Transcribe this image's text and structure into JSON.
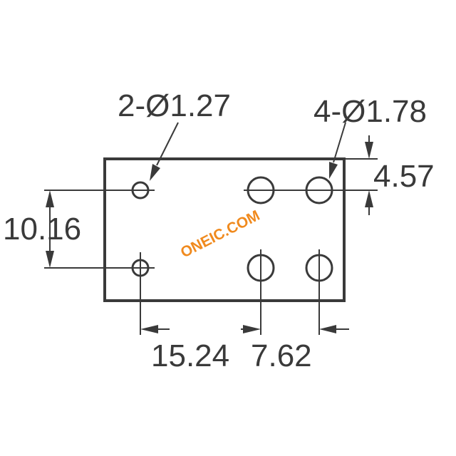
{
  "labels": {
    "small_holes": "2-Ø1.27",
    "large_holes": "4-Ø1.78",
    "offset_dim": "4.57",
    "vertical_dim": "10.16",
    "horizontal_dim_left": "15.24",
    "horizontal_dim_right": "7.62"
  },
  "watermark": {
    "text": "ONEIC.COM",
    "color": "#f08a1e"
  },
  "colors": {
    "line": "#3a3a3a",
    "background": "#ffffff"
  }
}
